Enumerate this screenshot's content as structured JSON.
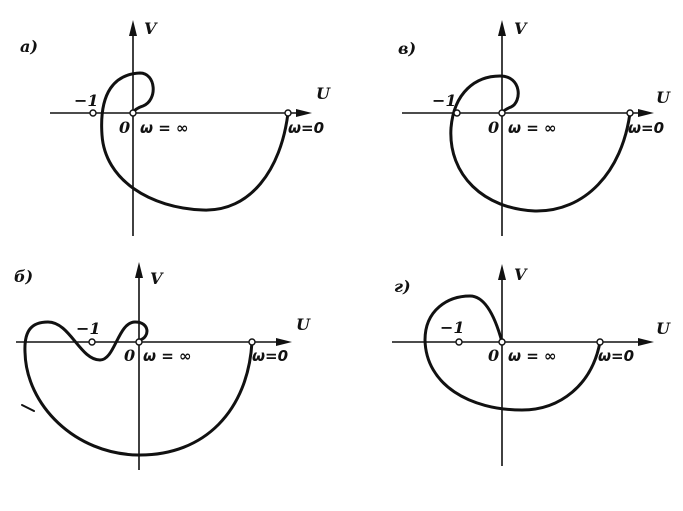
{
  "panels": [
    {
      "id": "a",
      "label": "а)",
      "v_axis": "V",
      "u_axis": "U",
      "minus_one": "−1",
      "origin": "0",
      "omega_inf": "ω = ∞",
      "omega_zero": "ω=0"
    },
    {
      "id": "v",
      "label": "в)",
      "v_axis": "V",
      "u_axis": "U",
      "minus_one": "−1",
      "origin": "0",
      "omega_inf": "ω = ∞",
      "omega_zero": "ω=0"
    },
    {
      "id": "b",
      "label": "б)",
      "v_axis": "V",
      "u_axis": "U",
      "minus_one": "−1",
      "origin": "0",
      "omega_inf": "ω = ∞",
      "omega_zero": "ω=0"
    },
    {
      "id": "g",
      "label": "г)",
      "v_axis": "V",
      "u_axis": "U",
      "minus_one": "−1",
      "origin": "0",
      "omega_inf": "ω = ∞",
      "omega_zero": "ω=0"
    }
  ]
}
